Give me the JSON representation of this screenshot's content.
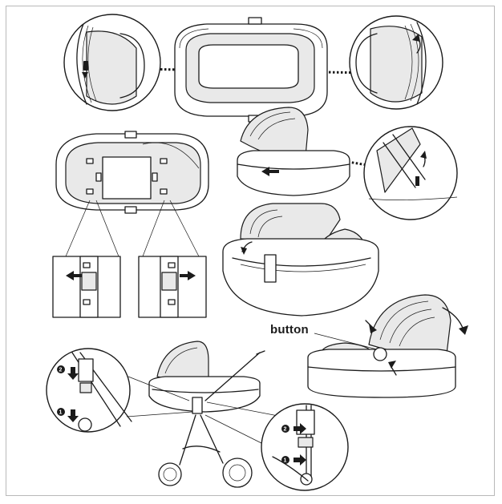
{
  "diagram": {
    "callout_label": "button",
    "step_numbers": [
      "2",
      "1",
      "2",
      "1"
    ]
  },
  "colors": {
    "line": "#1b1b1b",
    "fill_light": "#e9e9e9",
    "background": "#ffffff",
    "frame": "#b9b9b9"
  },
  "icons": [
    "arrow-icon",
    "zipper-pull-icon",
    "pointer-arrow-icon"
  ]
}
